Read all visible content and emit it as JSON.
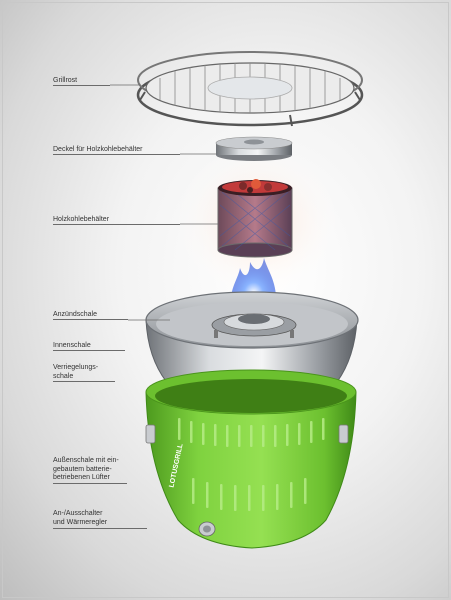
{
  "labels": {
    "grillrost": "Grillrost",
    "deckel": "Deckel für Holzkohlebehälter",
    "holzkohle": "Holzkohlebehälter",
    "anzuend": "Anzündschale",
    "innen": "Innenschale",
    "verriegelung": "Verriegelungs-\nschale",
    "aussen": "Außenschale mit ein-\ngebautem batterie-\nbetriebenen Lüfter",
    "schalter": "An-/Ausschalter\nund Wärmeregler"
  },
  "brand": "LOTUSGRILL",
  "colors": {
    "green": "#7ccf3a",
    "green_dark": "#4e9a1f",
    "steel": "#b9bcc0",
    "flame": "#3a6df0"
  }
}
